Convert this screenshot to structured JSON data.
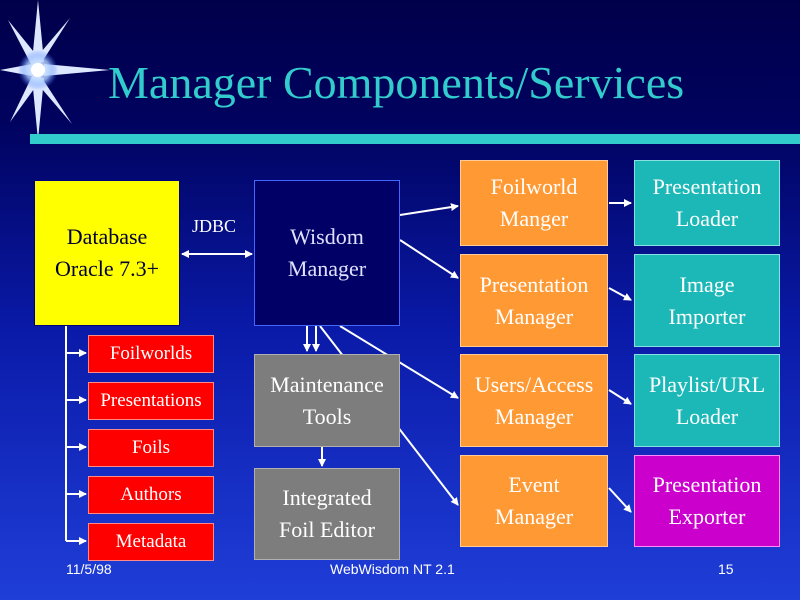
{
  "title": "Manager Components/Services",
  "colors": {
    "title": "#33cccc",
    "database": "#ffff00",
    "wisdom_manager": "#000066",
    "tools": "#7d7d7d",
    "orange": "#ff9933",
    "teal": "#1cb8b8",
    "magenta": "#cc00cc",
    "items": "#ff0000"
  },
  "database": {
    "label": "Database\nOracle 7.3+"
  },
  "jdbc_label": "JDBC",
  "wisdom_manager": {
    "label": "Wisdom\nManager"
  },
  "maintenance_tools": {
    "label": "Maintenance\nTools"
  },
  "foil_editor": {
    "label": "Integrated\nFoil Editor"
  },
  "db_items": [
    "Foilworlds",
    "Presentations",
    "Foils",
    "Authors",
    "Metadata"
  ],
  "managers": [
    "Foilworld\nManger",
    "Presentation\nManager",
    "Users/Access\nManager",
    "Event\nManager"
  ],
  "services": [
    "Presentation\nLoader",
    "Image\nImporter",
    "Playlist/URL\nLoader",
    "Presentation\nExporter"
  ],
  "footer": {
    "date": "11/5/98",
    "center": "WebWisdom NT 2.1",
    "page": "15"
  }
}
